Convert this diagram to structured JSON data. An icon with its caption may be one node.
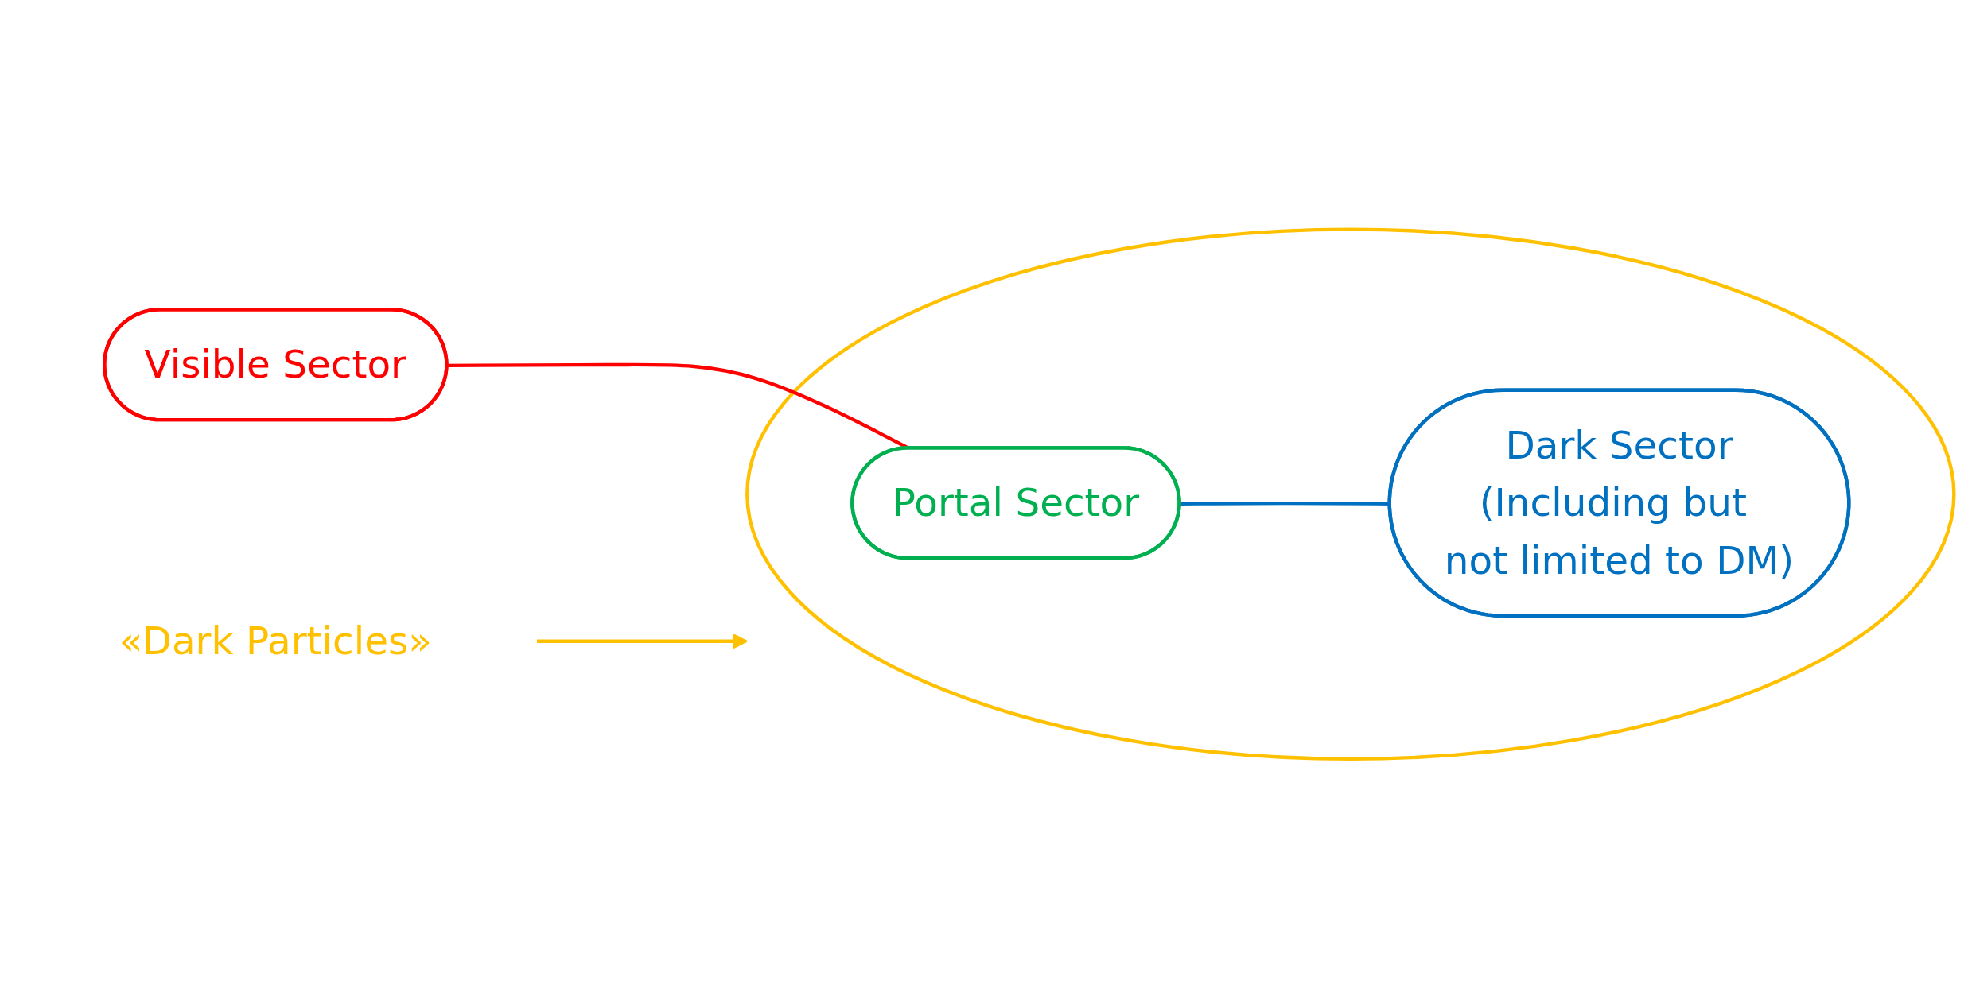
{
  "diagram": {
    "nodes": [
      {
        "text": [],
        "shape": "ellipse"
      },
      {
        "text": [
          "Portal Sector"
        ],
        "in": 0
      },
      {
        "text": [
          "Dark Sector",
          "(Including but not limited to DM)"
        ],
        "in": 0
      },
      {
        "text": [
          "Visible Sector"
        ]
      },
      {
        "text": [
          "«Dark Particles»"
        ]
      }
    ],
    "edges": [
      {
        "from": 3,
        "to": 1,
        "arrow": "none",
        "color": "#ff0000"
      },
      {
        "from": 1,
        "to": 2,
        "arrow": "none",
        "color": "#0070c0"
      },
      {
        "from": 4,
        "to": 0,
        "arrow": "to",
        "color": "#ffc000"
      }
    ]
  }
}
